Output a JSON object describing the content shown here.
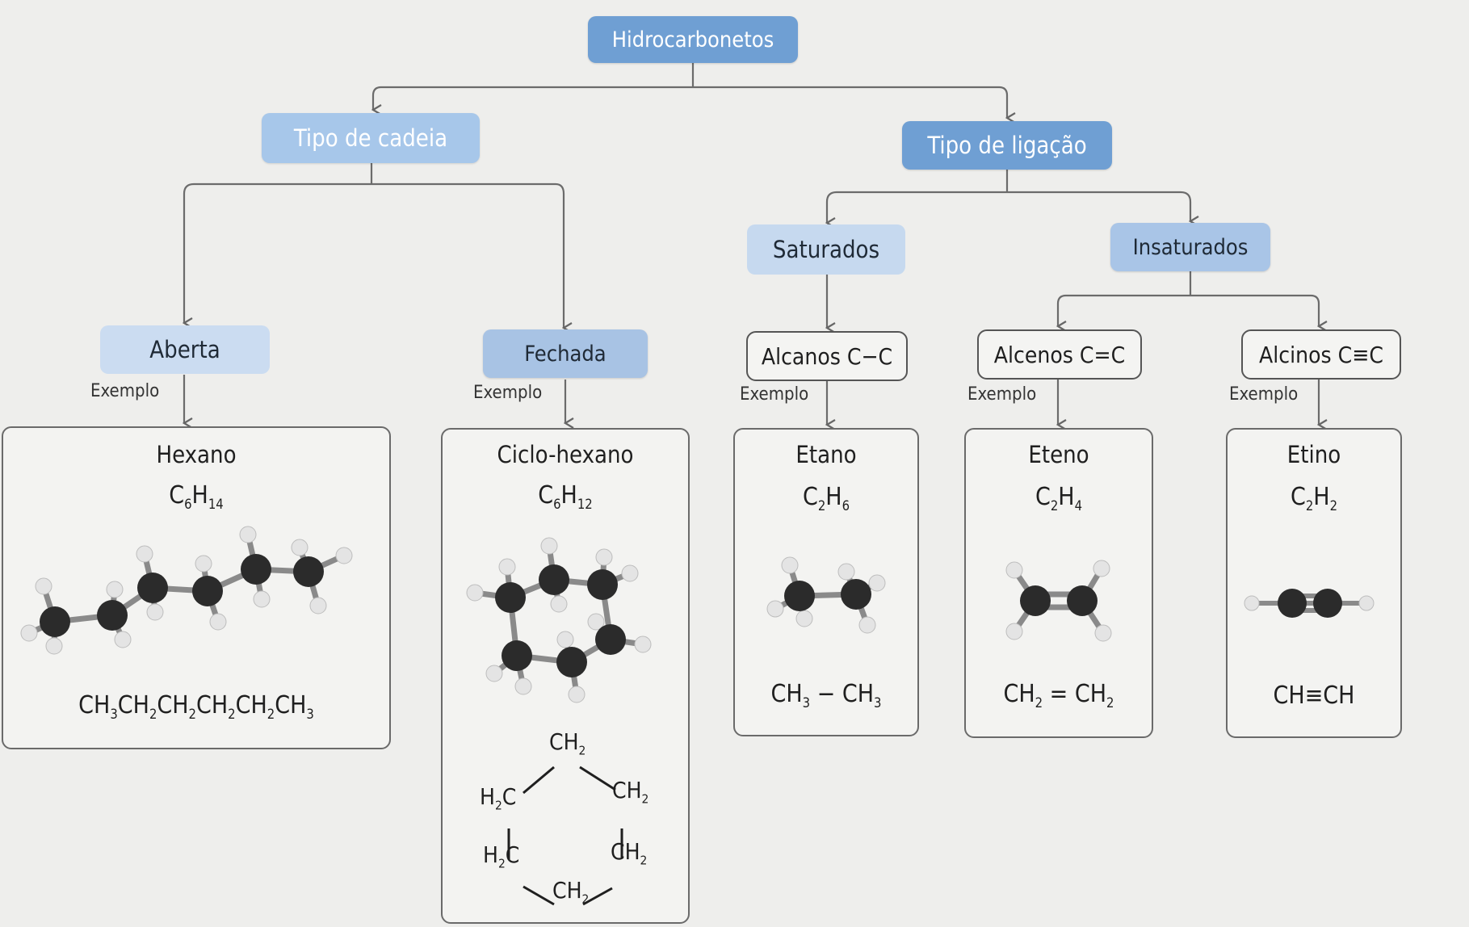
{
  "root": {
    "label": "Hidrocarbonetos"
  },
  "chain": {
    "label": "Tipo de cadeia"
  },
  "bond": {
    "label": "Tipo de ligação"
  },
  "open": {
    "label": "Aberta"
  },
  "closed": {
    "label": "Fechada"
  },
  "saturated": {
    "label": "Saturados"
  },
  "unsaturated": {
    "label": "Insaturados"
  },
  "alkanes": {
    "label": "Alcanos C−C"
  },
  "alkenes": {
    "label": "Alcenos C=C"
  },
  "alkynes": {
    "label": "Alcinos C≡C"
  },
  "example_label": "Exemplo",
  "examples": {
    "hexano": {
      "name": "Hexano",
      "formula": [
        "C",
        "6",
        "H",
        "14"
      ],
      "condensed": [
        "CH",
        "3",
        "CH",
        "2",
        "CH",
        "2",
        "CH",
        "2",
        "CH",
        "2",
        "CH",
        "3"
      ]
    },
    "ciclohexano": {
      "name": "Ciclo-hexano",
      "formula": [
        "C",
        "6",
        "H",
        "12"
      ],
      "ring_labels": {
        "top": [
          "CH",
          "2"
        ],
        "upper_left": [
          "H",
          "2",
          "C",
          ""
        ],
        "upper_right": [
          "CH",
          "2"
        ],
        "lower_left": [
          "H",
          "2",
          "C",
          ""
        ],
        "lower_right": [
          "CH",
          "2"
        ],
        "bottom": [
          "CH",
          "2"
        ]
      }
    },
    "etano": {
      "name": "Etano",
      "formula": [
        "C",
        "2",
        "H",
        "6"
      ],
      "condensed": [
        "CH",
        "3",
        " − CH",
        "3"
      ]
    },
    "eteno": {
      "name": "Eteno",
      "formula": [
        "C",
        "2",
        "H",
        "4"
      ],
      "condensed": [
        "CH",
        "2",
        " = CH",
        "2"
      ]
    },
    "etino": {
      "name": "Etino",
      "formula": [
        "C",
        "2",
        "H",
        "2"
      ],
      "condensed": "CH≡CH"
    }
  },
  "colors": {
    "root_box": "#6f9fd3",
    "level2_box": "#a7c7ea",
    "level3_box": "#cbdcf1",
    "carbon_atom": "#2b2b2b",
    "hydrogen_atom": "#e6e6e6",
    "connector": "#666666"
  }
}
